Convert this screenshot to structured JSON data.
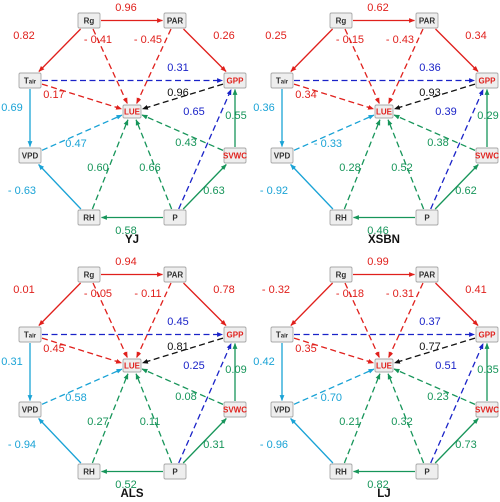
{
  "colors": {
    "red": "#e0201c",
    "blue": "#1a23c8",
    "cyan": "#1aa3d6",
    "green": "#17955a",
    "black": "#111111"
  },
  "nodes": {
    "Rg": "Rg",
    "PAR": "PAR",
    "Tair": "Tair",
    "GPP": "GPP",
    "LUE": "LUE",
    "VPD": "VPD",
    "SVWC": "SVWC",
    "RH": "RH",
    "P": "P"
  },
  "panels": [
    {
      "title": "YJ",
      "coefs": {
        "Rg_PAR": "0.96",
        "Rg_Tair": "0.82",
        "Rg_LUE": "- 0.41",
        "PAR_LUE": "- 0.45",
        "PAR_GPP": "0.26",
        "Tair_GPP": "0.31",
        "Tair_LUE": "0.17",
        "GPP_LUE": "0.96",
        "Tair_VPD": "0.69",
        "VPD_LUE": "0.47",
        "SVWC_GPP": "0.55",
        "P_GPP": "0.65",
        "SVWC_LUE": "0.43",
        "RH_LUE": "0.60",
        "P_LUE": "0.66",
        "RH_VPD": "- 0.63",
        "P_RH": "0.58",
        "P_SVWC": "0.63"
      }
    },
    {
      "title": "XSBN",
      "coefs": {
        "Rg_PAR": "0.62",
        "Rg_Tair": "0.25",
        "Rg_LUE": "- 0.15",
        "PAR_LUE": "- 0.43",
        "PAR_GPP": "0.34",
        "Tair_GPP": "0.36",
        "Tair_LUE": "0.34",
        "GPP_LUE": "0.93",
        "Tair_VPD": "0.36",
        "VPD_LUE": "- 0.33",
        "SVWC_GPP": "0.29",
        "P_GPP": "0.39",
        "SVWC_LUE": "0.38",
        "RH_LUE": "0.28",
        "P_LUE": "0.52",
        "RH_VPD": "- 0.92",
        "P_RH": "0.46",
        "P_SVWC": "0.62"
      }
    },
    {
      "title": "ALS",
      "coefs": {
        "Rg_PAR": "0.94",
        "Rg_Tair": "0.01",
        "Rg_LUE": "- 0.05",
        "PAR_LUE": "- 0.11",
        "PAR_GPP": "0.78",
        "Tair_GPP": "0.45",
        "Tair_LUE": "0.45",
        "GPP_LUE": "0.81",
        "Tair_VPD": "0.31",
        "VPD_LUE": "0.58",
        "SVWC_GPP": "0.09",
        "P_GPP": "0.25",
        "SVWC_LUE": "0.08",
        "RH_LUE": "0.27",
        "P_LUE": "0.11",
        "RH_VPD": "- 0.94",
        "P_RH": "0.52",
        "P_SVWC": "0.31"
      }
    },
    {
      "title": "LJ",
      "coefs": {
        "Rg_PAR": "0.99",
        "Rg_Tair": "- 0.32",
        "Rg_LUE": "- 0.18",
        "PAR_LUE": "- 0.31",
        "PAR_GPP": "0.41",
        "Tair_GPP": "0.37",
        "Tair_LUE": "0.35",
        "GPP_LUE": "0.77",
        "Tair_VPD": "0.42",
        "VPD_LUE": "- 0.70",
        "SVWC_GPP": "0.35",
        "P_GPP": "0.51",
        "SVWC_LUE": "0.23",
        "RH_LUE": "0.21",
        "P_LUE": "0.32",
        "RH_VPD": "- 0.96",
        "P_RH": "0.82",
        "P_SVWC": "0.73"
      }
    }
  ]
}
